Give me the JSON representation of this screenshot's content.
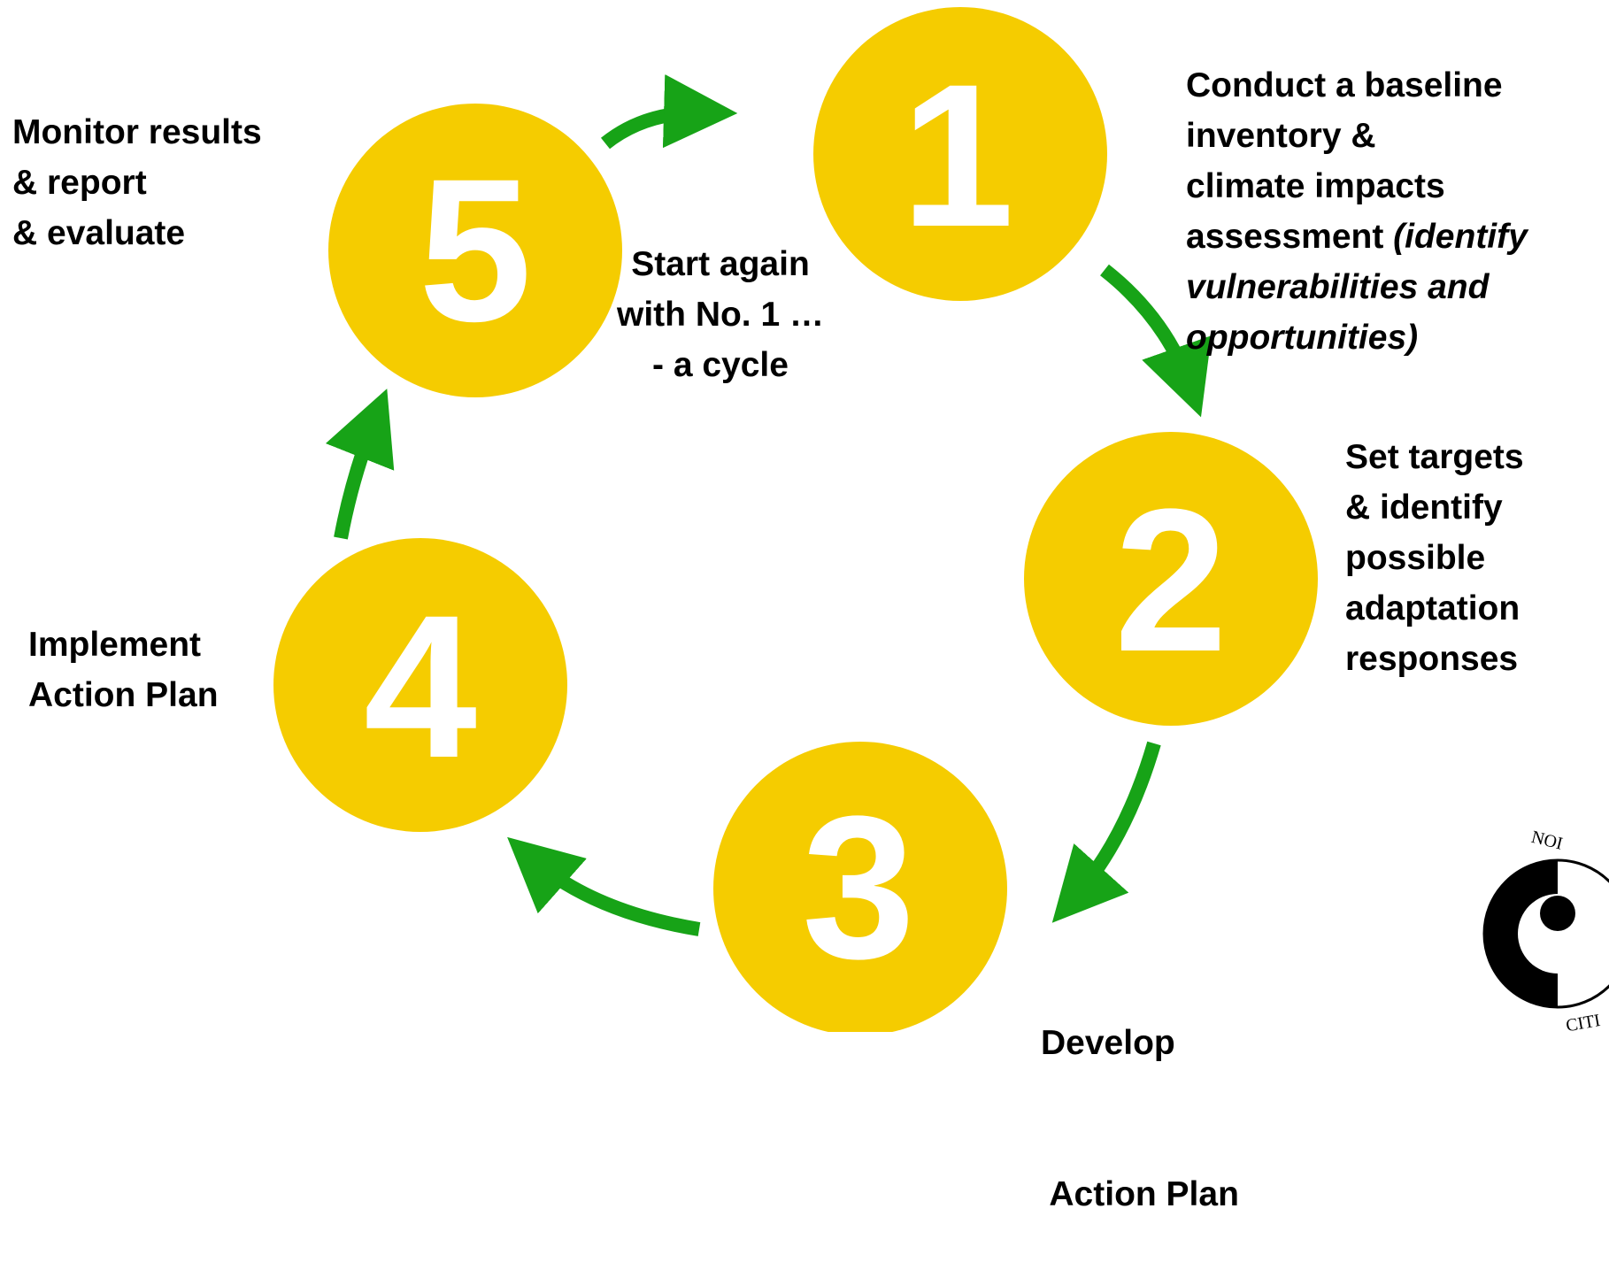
{
  "diagram": {
    "title": "",
    "colors": {
      "circle": "#F5CC00",
      "arrow": "#17A317",
      "number": "#FFFFFF",
      "text": "#000000"
    },
    "steps": [
      {
        "number": "1",
        "label_lines": [
          "Conduct a baseline",
          "inventory &",
          "climate impacts",
          "assessment "
        ],
        "label_italic_tail": [
          "(identify",
          "vulnerabilities and",
          "opportunities)"
        ]
      },
      {
        "number": "2",
        "label_lines": [
          "Set targets",
          "& identify",
          "possible",
          "adaptation",
          "responses"
        ]
      },
      {
        "number": "3",
        "label_lines": [
          "Develop",
          " Action Plan"
        ]
      },
      {
        "number": "4",
        "label_lines": [
          "Implement",
          "Action Plan"
        ]
      },
      {
        "number": "5",
        "label_lines": [
          "Monitor results",
          "& report",
          "& evaluate"
        ]
      }
    ],
    "center_note": [
      "Start again",
      "with No. 1 …",
      "- a cycle"
    ],
    "logo": {
      "icon": "emblem-logo",
      "text_fragments": [
        "NOI",
        "CITI"
      ]
    }
  }
}
